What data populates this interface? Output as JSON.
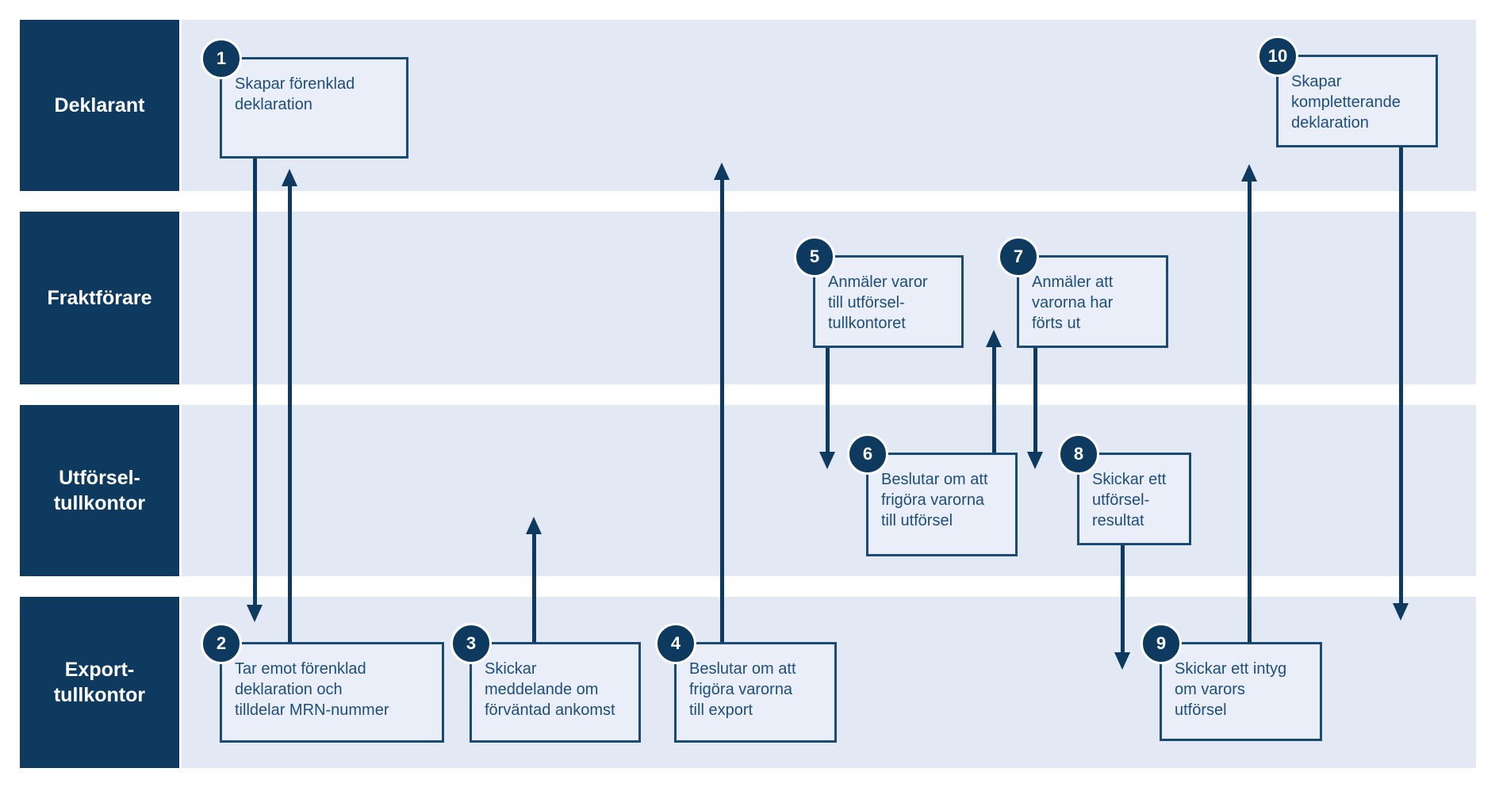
{
  "colors": {
    "navy": "#0e3a5f",
    "lane-fill": "#e2e9f5",
    "box-fill": "#e9eef9",
    "box-border": "#1b4a73",
    "box-text": "#1f4e79",
    "label-text": "#ffffff"
  },
  "lanes": [
    {
      "id": "deklarant",
      "label": "Deklarant"
    },
    {
      "id": "fraktforare",
      "label": "Fraktförare"
    },
    {
      "id": "utforsel-tullkontor",
      "label": "Utförsel-\ntullkontor"
    },
    {
      "id": "export-tullkontor",
      "label": "Export-\ntullkontor"
    }
  ],
  "steps": [
    {
      "number": "1",
      "lane": "Deklarant",
      "text": "Skapar förenklad\ndeklaration"
    },
    {
      "number": "2",
      "lane": "Export-tullkontor",
      "text": "Tar emot förenklad\ndeklaration och\ntilldelar MRN-nummer"
    },
    {
      "number": "3",
      "lane": "Export-tullkontor",
      "text": "Skickar\nmeddelande om\nförväntad ankomst"
    },
    {
      "number": "4",
      "lane": "Export-tullkontor",
      "text": "Beslutar om att\nfrigöra varorna\ntill export"
    },
    {
      "number": "5",
      "lane": "Fraktförare",
      "text": "Anmäler varor\ntill utförsel-\ntullkontoret"
    },
    {
      "number": "6",
      "lane": "Utförsel-tullkontor",
      "text": "Beslutar om att\nfrigöra varorna\ntill utförsel"
    },
    {
      "number": "7",
      "lane": "Fraktförare",
      "text": "Anmäler att\nvarorna har\nförts ut"
    },
    {
      "number": "8",
      "lane": "Utförsel-tullkontor",
      "text": "Skickar ett\nutförsel-\nresultat"
    },
    {
      "number": "9",
      "lane": "Export-tullkontor",
      "text": "Skickar ett intyg\nom varors\nutförsel"
    },
    {
      "number": "10",
      "lane": "Deklarant",
      "text": "Skapar\nkompletterande\ndeklaration"
    }
  ],
  "flows": [
    {
      "from": "1",
      "to": "2",
      "direction": "down"
    },
    {
      "from": "2",
      "to": "Deklarant",
      "direction": "up"
    },
    {
      "from": "3",
      "to": "Utförsel-tullkontor",
      "direction": "up"
    },
    {
      "from": "4",
      "to": "Deklarant",
      "direction": "up"
    },
    {
      "from": "5",
      "to": "Utförsel-tullkontor",
      "direction": "down"
    },
    {
      "from": "6",
      "to": "Fraktförare",
      "direction": "up"
    },
    {
      "from": "7",
      "to": "Utförsel-tullkontor",
      "direction": "down"
    },
    {
      "from": "8",
      "to": "Export-tullkontor",
      "direction": "down"
    },
    {
      "from": "9",
      "to": "Deklarant",
      "direction": "up"
    },
    {
      "from": "10",
      "to": "Export-tullkontor",
      "direction": "down"
    }
  ]
}
